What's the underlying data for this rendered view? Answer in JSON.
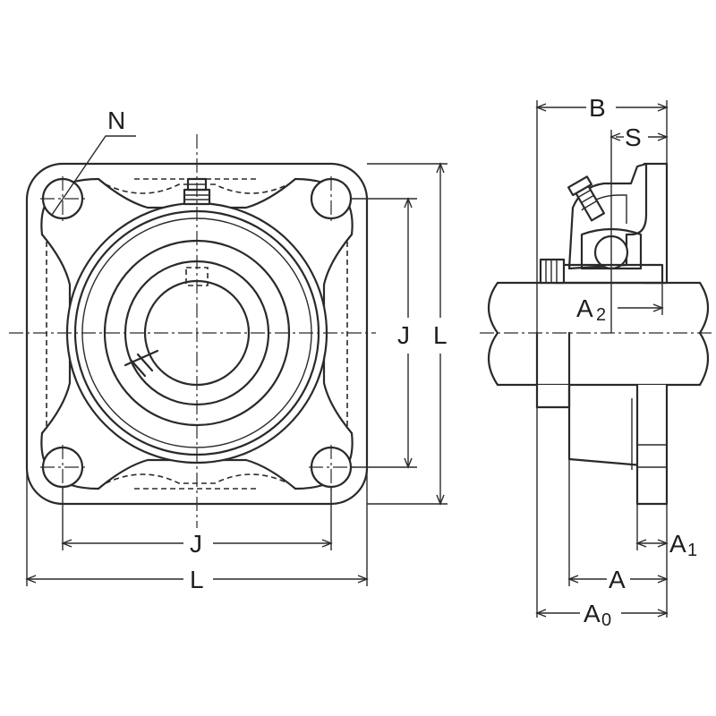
{
  "labels": {
    "n": "N",
    "j_vertical": "J",
    "l_vertical": "L",
    "j_horizontal": "J",
    "l_horizontal": "L",
    "b": "B",
    "s": "S",
    "a2_main": "A",
    "a2_sub": "2",
    "a1_main": "A",
    "a1_sub": "1",
    "a": "A",
    "a0_main": "A",
    "a0_sub": "0"
  },
  "colors": {
    "line": "#2a2a2a",
    "background": "#ffffff"
  }
}
